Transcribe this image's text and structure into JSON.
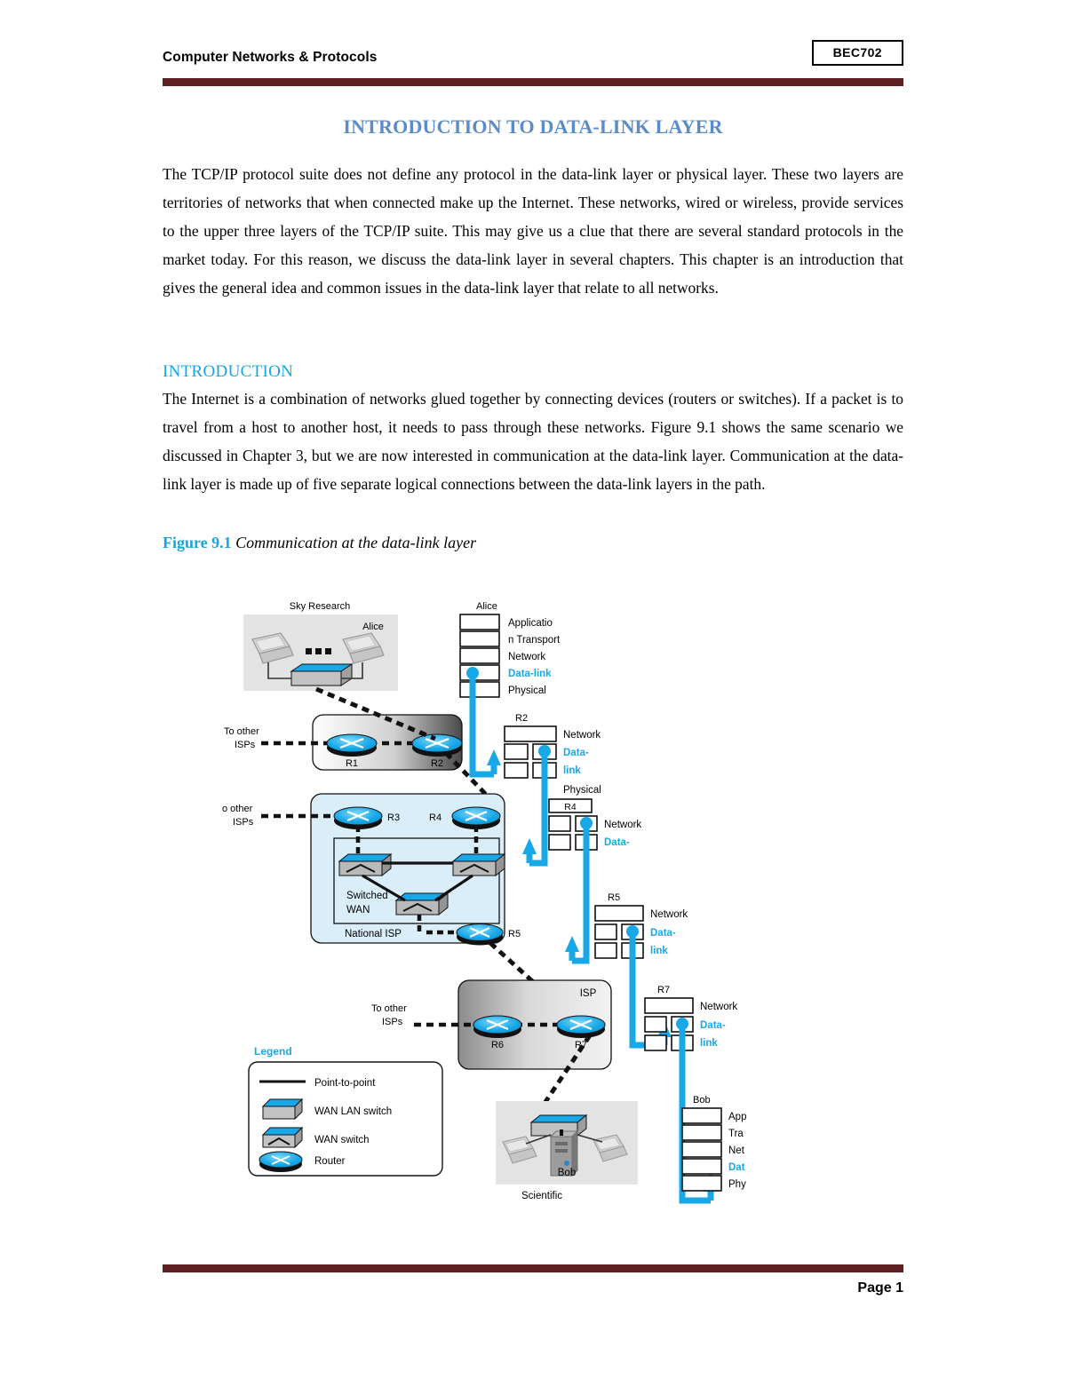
{
  "header": {
    "running_title": "Computer Networks & Protocols",
    "course_code": "BEC702"
  },
  "footer": {
    "page_label": "Page 1"
  },
  "document": {
    "title": "INTRODUCTION TO DATA-LINK LAYER",
    "intro_paragraph": "The TCP/IP protocol suite does not define any protocol in the data-link layer or physical layer. These two layers are territories of networks that when connected make up the Internet. These networks, wired or wireless, provide services to the upper three layers of the TCP/IP suite. This may give us a clue that there are several standard protocols in the market today. For this reason, we discuss the data-link layer in several chapters. This chapter is an introduction that gives the general idea and common issues in the data-link layer that relate to all networks.",
    "section_heading": "INTRODUCTION",
    "section_paragraph": "The Internet is a combination of networks glued together by connecting devices (routers or switches). If a packet is to travel from a host to another host, it needs to pass through these networks. Figure 9.1 shows the same scenario we discussed in Chapter 3, but we are now interested in communication at the data-link layer. Communication at the data-link layer is made up of five separate logical connections between the data-link layers in the path."
  },
  "figure": {
    "caption_number": "Figure 9.1",
    "caption_text": "Communication at the data-link layer",
    "sky_research": {
      "label": "Sky Research",
      "host_label": "Alice",
      "ellipsis": "▪ ▪ ▪"
    },
    "scientific": {
      "label": "Scientific",
      "host_label": "Bob"
    },
    "isp_labels": {
      "top_isp_to_other": "To other",
      "top_isp_to_other2": "ISPs",
      "national_to_other": "o other",
      "national_to_other2": "ISPs",
      "bottom_isp_to_other": "To other",
      "bottom_isp_to_other2": "ISPs",
      "national_isp": "National ISP",
      "isp": "ISP",
      "switched_wan_1": "Switched",
      "switched_wan_2": "WAN"
    },
    "routers": {
      "r1": "R1",
      "r2": "R2",
      "r3": "R3",
      "r4": "R4",
      "r5": "R5",
      "r6": "R6",
      "r7": "R7"
    },
    "stacks": [
      {
        "name": "alice-stack",
        "title": "Alice",
        "layers": [
          "Applicatio",
          "n Transport",
          "Network",
          "Data-link",
          "Physical"
        ],
        "highlight_index": 3
      },
      {
        "name": "r2-stack",
        "title": "R2",
        "layers": [
          "Network",
          "Data-",
          "link",
          "Physical"
        ],
        "highlight_indices": [
          1,
          2
        ]
      },
      {
        "name": "r4-stack",
        "title": "R4",
        "layers": [
          "Network",
          "Data-"
        ],
        "highlight_indices": [
          1
        ]
      },
      {
        "name": "r5-stack",
        "title": "R5",
        "layers": [
          "Network",
          "Data-",
          "link"
        ],
        "highlight_indices": [
          1,
          2
        ]
      },
      {
        "name": "r7-stack",
        "title": "R7",
        "layers": [
          "Network",
          "Data-",
          "link"
        ],
        "highlight_indices": [
          1,
          2
        ]
      },
      {
        "name": "bob-stack",
        "title": "Bob",
        "layers": [
          "App",
          "Tra",
          "Net",
          "Dat",
          "Phy"
        ],
        "highlight_index": 3
      }
    ],
    "legend": {
      "title": "Legend",
      "items": [
        {
          "icon": "line-icon",
          "label": "Point-to-point"
        },
        {
          "icon": "lan-switch-icon",
          "label": "WAN LAN switch"
        },
        {
          "icon": "wan-switch-icon",
          "label": "WAN switch"
        },
        {
          "icon": "router-icon",
          "label": "Router"
        }
      ]
    }
  },
  "colors": {
    "rule": "#5e2021",
    "title_blue": "#5b8bc8",
    "heading_cyan": "#17a5e0",
    "device_cyan": "#18a8e8",
    "link_cyan": "#18a8e8"
  }
}
